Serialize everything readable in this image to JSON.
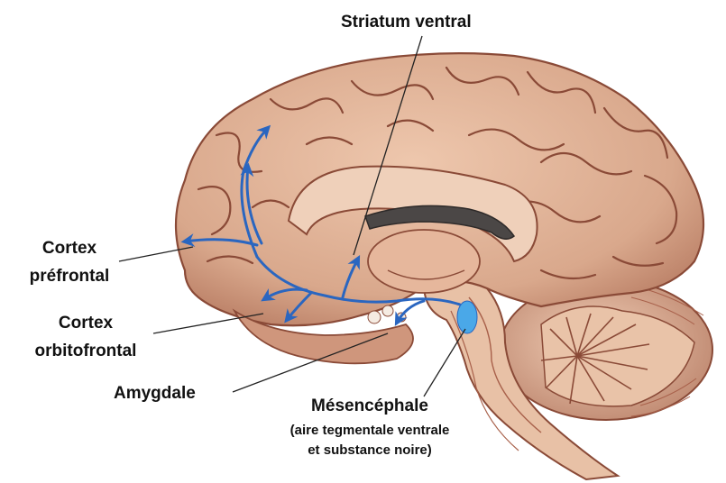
{
  "labels": {
    "striatum": "Striatum ventral",
    "cortex_prefrontal": [
      "Cortex",
      "préfrontal"
    ],
    "cortex_orbitofrontal": [
      "Cortex",
      "orbitofrontal"
    ],
    "amygdale": "Amygdale",
    "mesencephale": {
      "title": "Mésencéphale",
      "detail_1": "(aire tegmentale ventrale",
      "detail_2": "et substance noire)"
    }
  },
  "colors": {
    "pathway": "#2a66c0",
    "vta": "#4aa8e8",
    "brain_fill": "#d9a88c",
    "brain_gyri": "#e6bda2",
    "brain_sulci": "#8a4a37",
    "ventricle": "#4b4746",
    "label_text": "#111111",
    "leader_line": "#222222"
  },
  "icons": {
    "pathway_arrow": "dopamine-pathway-arrow-icon"
  }
}
